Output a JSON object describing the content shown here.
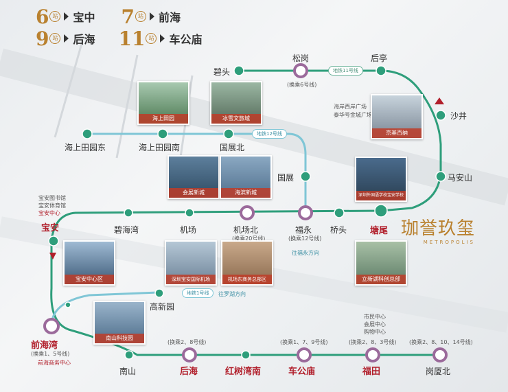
{
  "header": {
    "routes": [
      {
        "count": "6",
        "unit": "站",
        "dest": "宝中"
      },
      {
        "count": "7",
        "unit": "站",
        "dest": "前海"
      },
      {
        "count": "9",
        "unit": "站",
        "dest": "后海"
      },
      {
        "count": "11",
        "unit": "站",
        "dest": "车公庙"
      }
    ]
  },
  "brand": {
    "name": "珈誉玖玺",
    "english": "METROPOLIS"
  },
  "line_labels": {
    "l11": "地铁11号线",
    "l12": "地铁12号线",
    "l1": "地铁1号线",
    "north": "往福永方向",
    "south": "往罗湖方向"
  },
  "stations": {
    "bitou": "碧头",
    "songgang": "松岗",
    "songgang_note": "(换乘6号线)",
    "houting": "后亭",
    "shajing": "沙井",
    "maanshan": "马安山",
    "haishang_east": "海上田园东",
    "haishang_south": "海上田园南",
    "guozhan_north": "国展北",
    "guozhan": "国展",
    "baoan": "宝安",
    "bihaiwan": "碧海湾",
    "jichang": "机场",
    "jichang_north": "机场北",
    "jichang_north_note": "(换乘20号线)",
    "fuyong": "福永",
    "fuyong_note": "(换乘12号线)",
    "qiaotou": "桥头",
    "tangwei": "塘尾",
    "gaoxinyuan": "高新园",
    "qianhaiwan": "前海湾",
    "qianhaiwan_note": "(换乘1、5号线)",
    "nanshan": "南山",
    "houhai": "后海",
    "houhai_note": "(换乘2、8号线)",
    "hongshuwan": "红树湾南",
    "chegongmiao": "车公庙",
    "chegongmiao_note": "(换乘1、7、9号线)",
    "futian": "福田",
    "futian_note": "(换乘2、8、3号线)",
    "gangxiabei": "岗厦北",
    "gangxiabei_note": "(换乘2、8、10、14号线)"
  },
  "photos": {
    "p1": "海上田园",
    "p2": "冰雪文旅城",
    "p3": "京基百纳",
    "p4": "会展新城",
    "p5": "海滨新城",
    "p6": "深圳外国语学校宝安学校",
    "p7": "宝安中心区",
    "p8": "深圳宝安国际机场",
    "p9": "机场东商务总部区",
    "p10": "立新湖科创总部",
    "p11": "南山科技园"
  },
  "notes": {
    "shajing": [
      "海岸西岸广场",
      "泰华号金城广场"
    ],
    "baoan": [
      "宝安图书馆",
      "宝安体育馆",
      "宝安中心"
    ],
    "qianhaiwan": "前海商务中心",
    "futian": [
      "市民中心",
      "会展中心",
      "购物中心"
    ]
  },
  "colors": {
    "line": "#2e9e7b",
    "brand": "#b9812f",
    "red": "#b11f2b",
    "line12": "#7fc6d6",
    "transfer": "#9b6a9b"
  }
}
